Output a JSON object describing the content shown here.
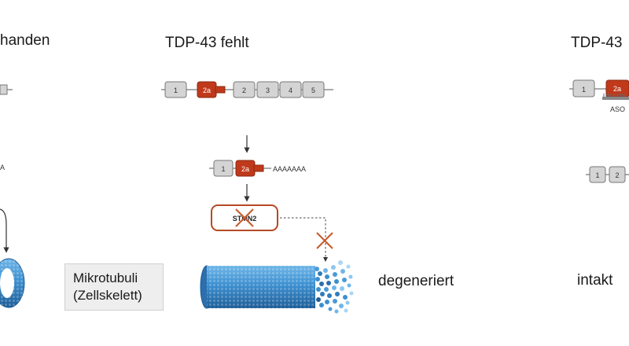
{
  "left_panel": {
    "heading": "handen",
    "mrna_tail_fragment": "A"
  },
  "middle_panel": {
    "heading": "TDP-43 fehlt",
    "gene_exons": [
      "1",
      "2a",
      "2",
      "3",
      "4",
      "5"
    ],
    "mrna_exons": [
      "1",
      "2a"
    ],
    "polya_tail": "AAAAAAA",
    "protein_label": "STMN2",
    "microtubule_state": "degeneriert"
  },
  "right_panel": {
    "heading": "TDP-43",
    "gene_exons": [
      "1",
      "2a"
    ],
    "aso_label": "ASO",
    "mrna_exons": [
      "1",
      "2"
    ],
    "microtubule_state": "intakt"
  },
  "legend": {
    "line1": "Mikrotubuli",
    "line2": "(Zellskelett)"
  },
  "colors": {
    "exon_gray": "#d4d4d4",
    "exon_red": "#c0391b",
    "cross": "#c65a2a",
    "protein_border": "#b54a24",
    "tubule": "#3a8fd0"
  }
}
